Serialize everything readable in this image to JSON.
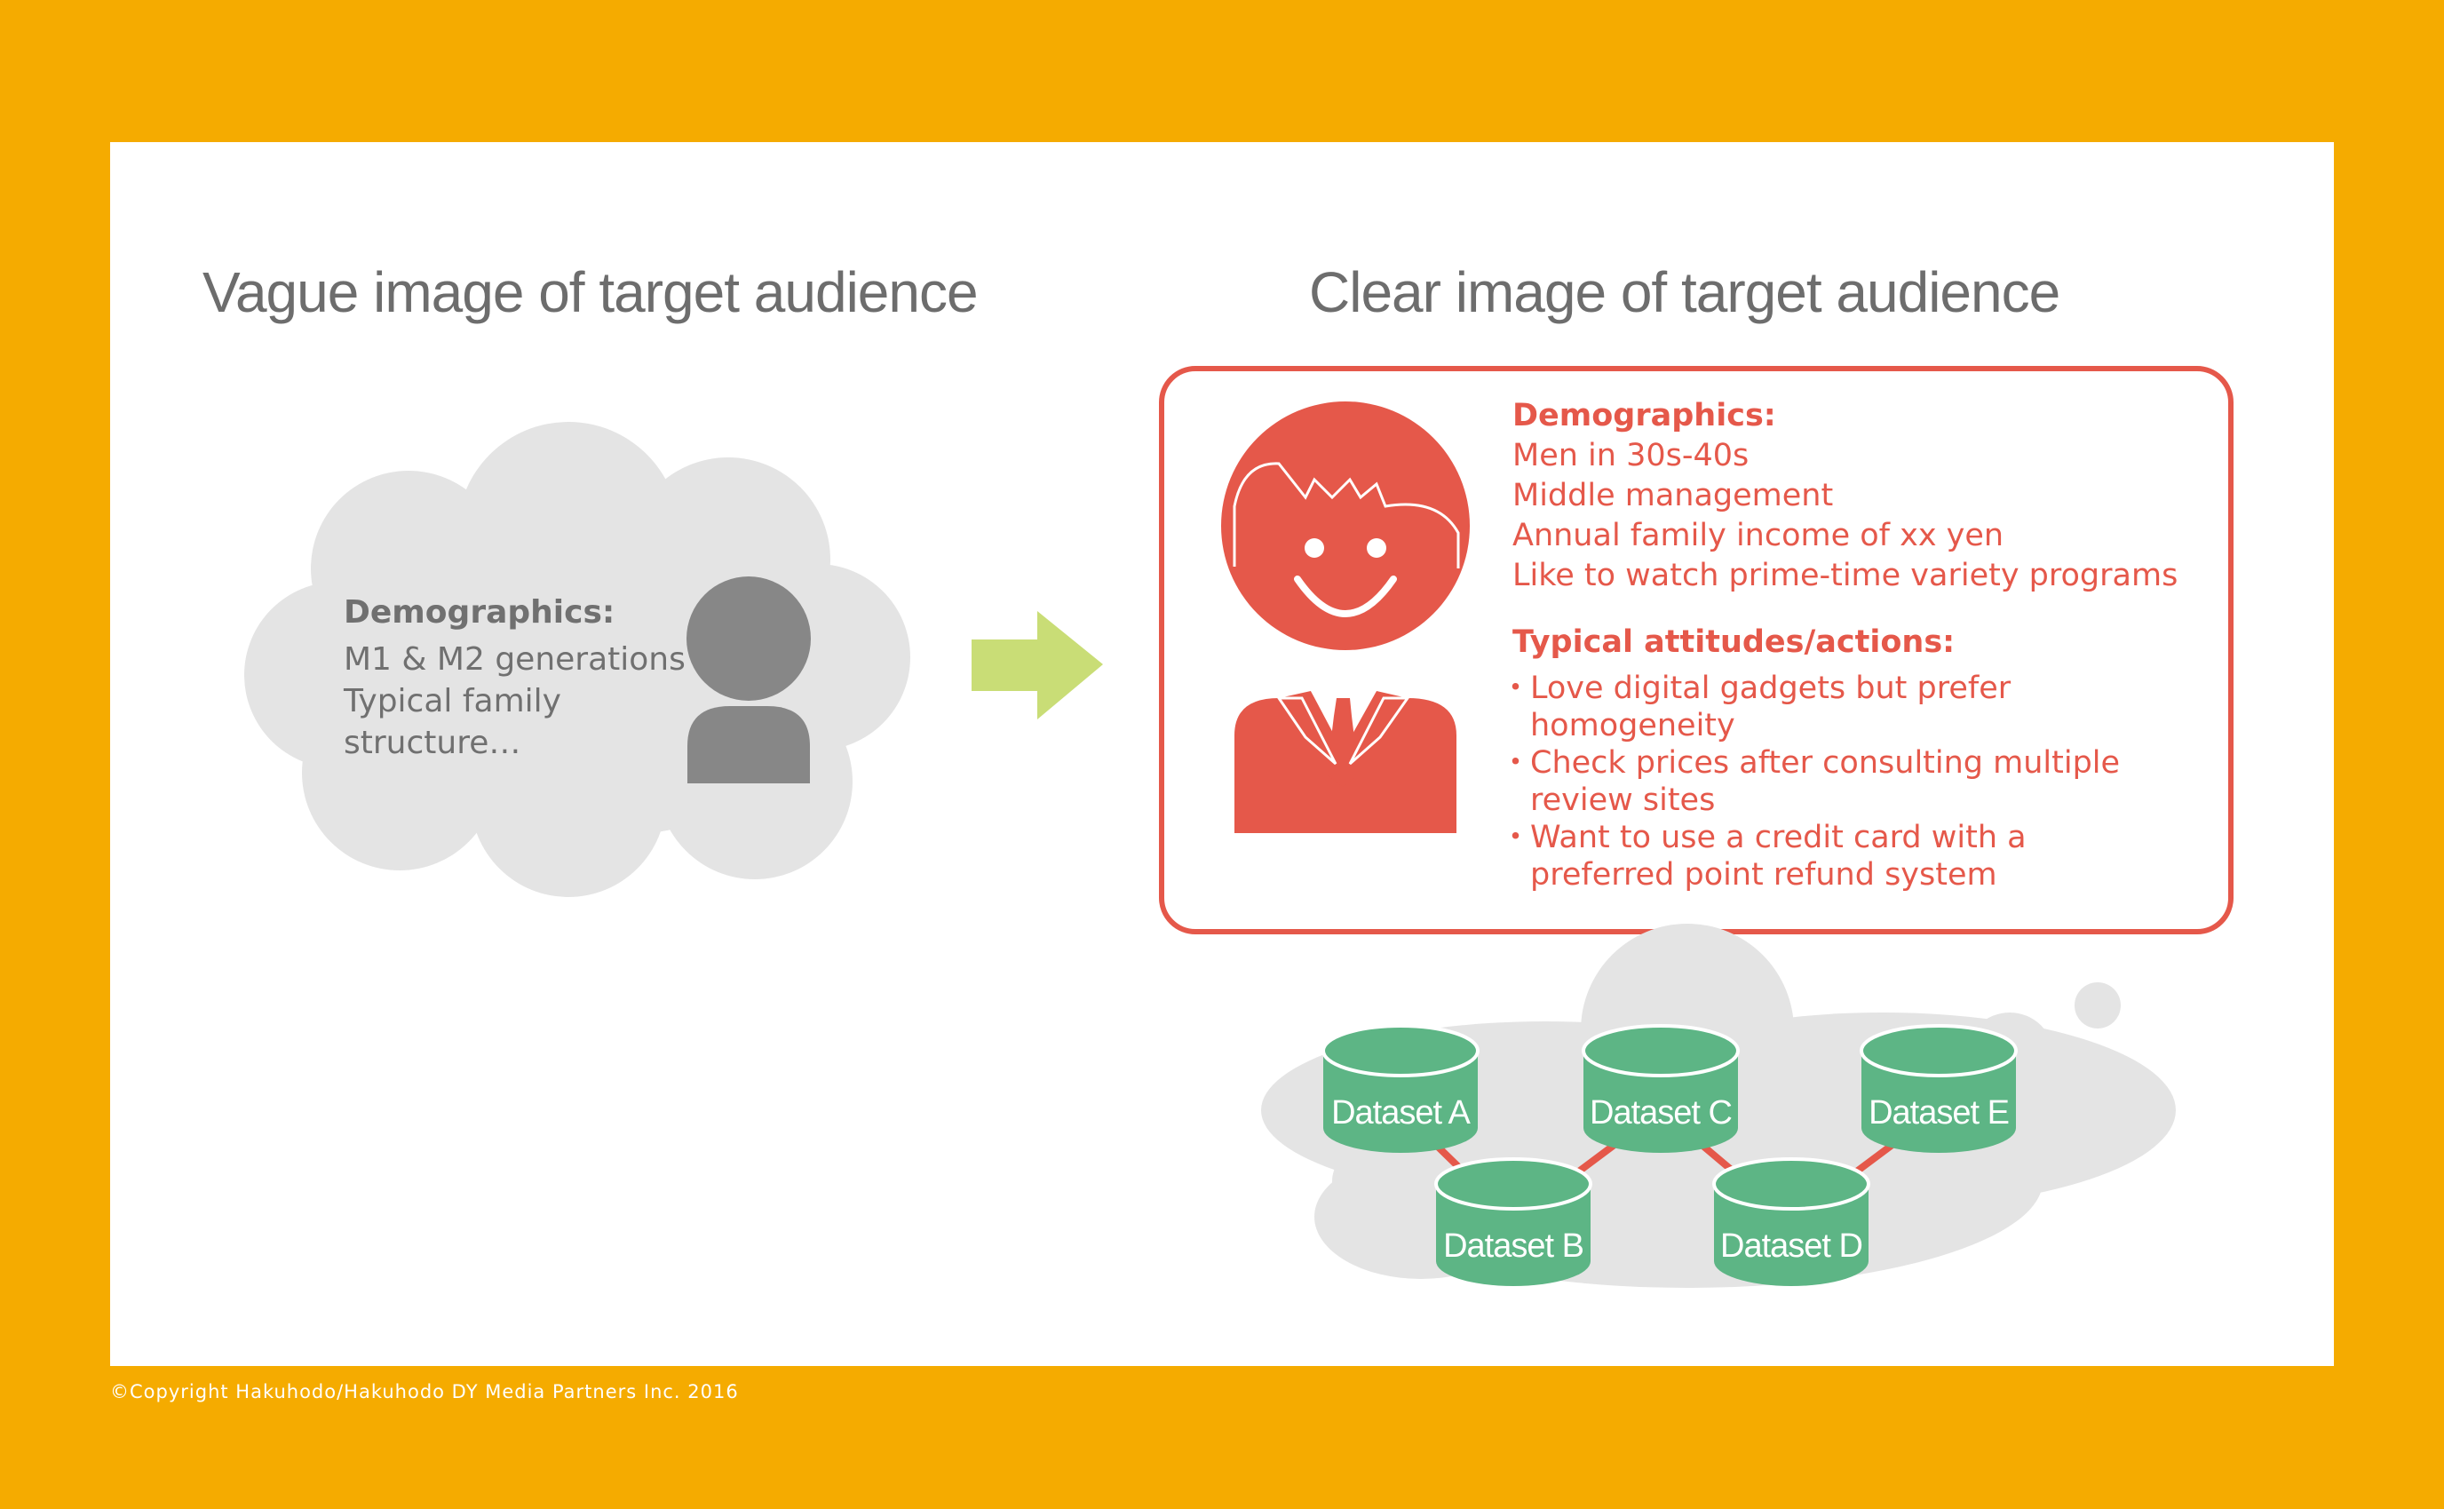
{
  "vague": {
    "title": "Vague image of target audience",
    "demographics_label": "Demographics:",
    "lines": [
      "M1 & M2 generations",
      "Typical family",
      "structure…"
    ]
  },
  "clear": {
    "title": "Clear image of target audience",
    "demographics_label": "Demographics:",
    "demographics": [
      "Men in 30s-40s",
      "Middle management",
      "Annual family income of xx yen",
      "Like to watch prime-time variety programs"
    ],
    "attitudes_label": "Typical attitudes/actions:",
    "attitudes": [
      [
        "Love digital gadgets but prefer",
        "homogeneity"
      ],
      [
        "Check prices after consulting multiple",
        "review sites"
      ],
      [
        "Want to use a credit card with a",
        "preferred point refund system"
      ]
    ]
  },
  "datasets": [
    "Dataset A",
    "Dataset B",
    "Dataset C",
    "Dataset D",
    "Dataset E"
  ],
  "copyright": "©Copyright Hakuhodo/Hakuhodo DY Media Partners Inc. 2016",
  "colors": {
    "background": "#F5AB00",
    "accent": "#E5584A",
    "gray_person": "#878787",
    "cloud": "#E4E4E4",
    "dataset": "#5DB585",
    "arrow": "#C9DD76"
  },
  "icons": [
    "gray-person-icon",
    "arrow-right-icon",
    "businessman-icon",
    "database-icon"
  ]
}
